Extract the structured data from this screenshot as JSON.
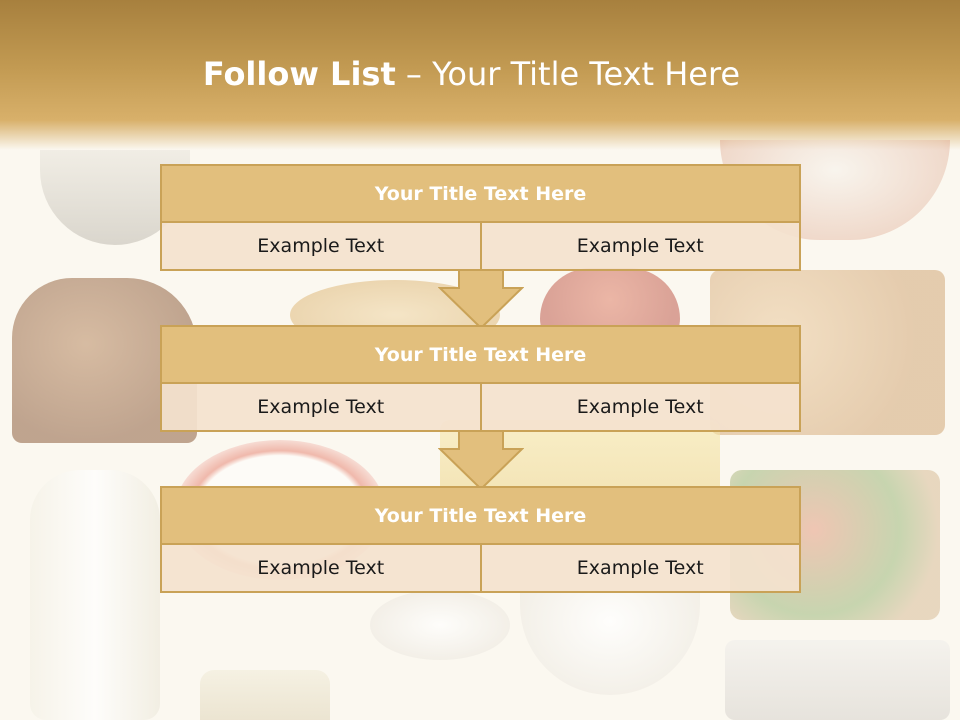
{
  "slide": {
    "title_bold": "Follow List",
    "title_rest": " – Your Title Text Here"
  },
  "steps": [
    {
      "title": "Your Title Text Here",
      "left": "Example Text",
      "right": "Example Text"
    },
    {
      "title": "Your Title Text Here",
      "left": "Example Text",
      "right": "Example Text"
    },
    {
      "title": "Your Title Text Here",
      "left": "Example Text",
      "right": "Example Text"
    }
  ],
  "colors": {
    "header": "#c29a52",
    "box_title": "#e2bf7d",
    "box_body": "#f4e2ce",
    "border": "#c9a257"
  }
}
